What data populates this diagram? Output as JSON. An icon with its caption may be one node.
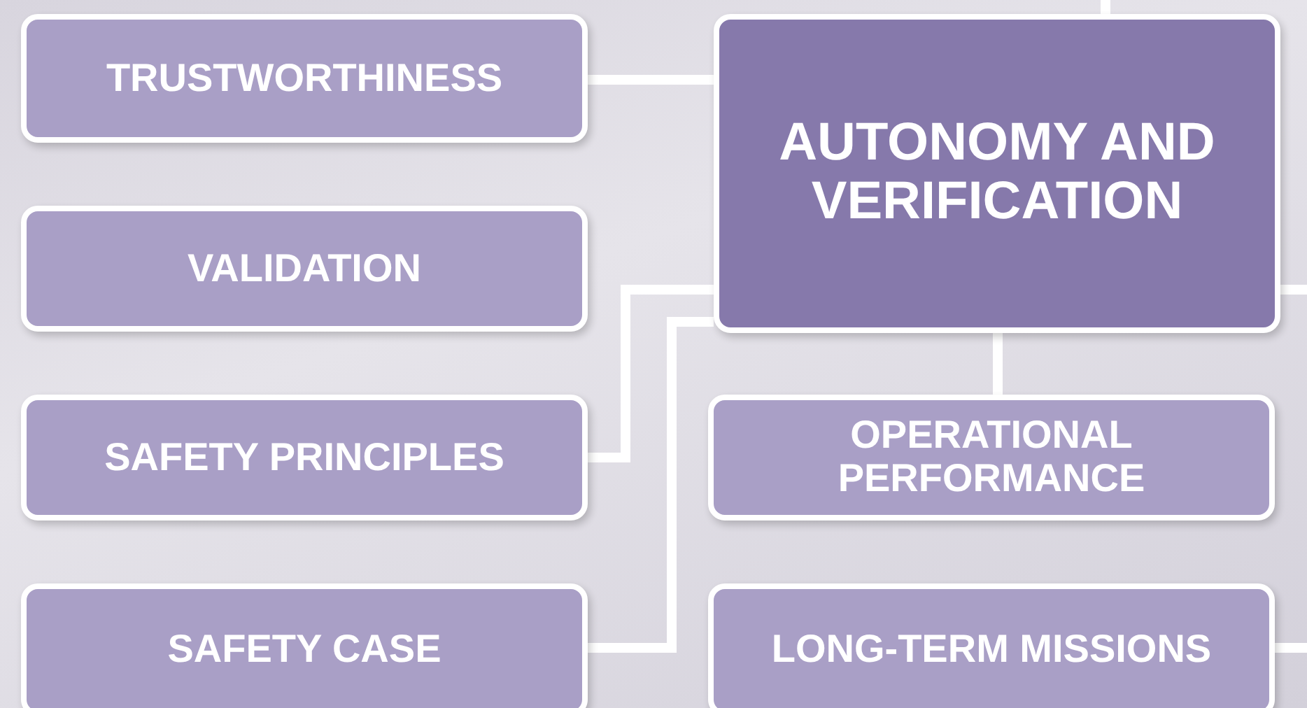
{
  "diagram": {
    "nodes": [
      {
        "text": [
          "TRUSTWORTHINESS"
        ]
      },
      {
        "text": [
          "VALIDATION"
        ]
      },
      {
        "text": [
          "SAFETY PRINCIPLES"
        ]
      },
      {
        "text": [
          "SAFETY CASE"
        ]
      },
      {
        "text": [
          "AUTONOMY AND VERIFICATION"
        ]
      },
      {
        "text": [
          "OPERATIONAL PERFORMANCE"
        ]
      },
      {
        "text": [
          "LONG-TERM MISSIONS"
        ]
      }
    ],
    "edges": [
      {
        "from": 0,
        "to": 4,
        "arrow": "none"
      },
      {
        "from": 2,
        "to": 4,
        "arrow": "none"
      },
      {
        "from": 3,
        "to": 4,
        "arrow": "none"
      },
      {
        "from": 4,
        "to": 5,
        "arrow": "none"
      },
      {
        "from": 4,
        "to": null,
        "arrow": "none"
      },
      {
        "from": 4,
        "to": null,
        "arrow": "none"
      },
      {
        "from": 6,
        "to": null,
        "arrow": "none"
      }
    ]
  }
}
